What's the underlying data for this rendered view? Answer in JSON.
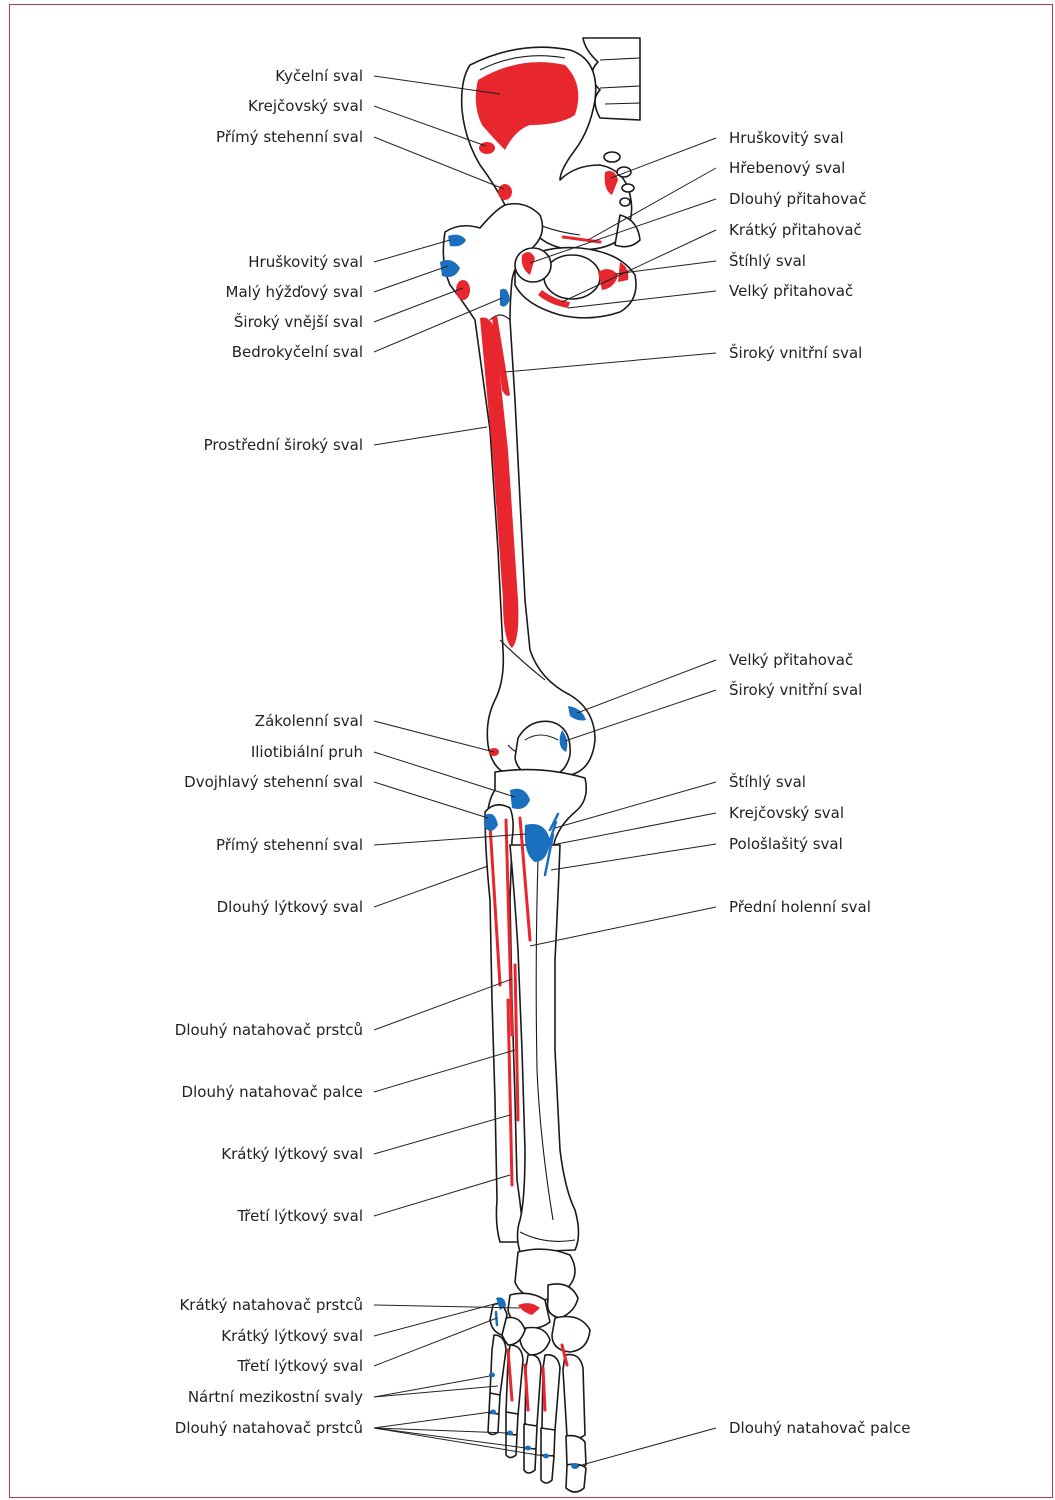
{
  "colors": {
    "origin": "#e8262e",
    "insertion": "#1b6fbf",
    "frame": "#b03a5a"
  },
  "labels_left": [
    "Kyčelní sval",
    "Krejčovský sval",
    "Přímý stehenní sval",
    "Hruškovitý sval",
    "Malý hýžďový sval",
    "Široký vnější sval",
    "Bedrokyčelní sval",
    "Prostřední široký sval",
    "Zákolenní sval",
    "Iliotibiální pruh",
    "Dvojhlavý stehenní sval",
    "Přímý stehenní sval",
    "Dlouhý lýtkový sval",
    "Dlouhý natahovač prstců",
    "Dlouhý natahovač palce",
    "Krátký lýtkový sval",
    "Třetí lýtkový sval",
    "Krátký natahovač prstců",
    "Krátký lýtkový sval",
    "Třetí lýtkový sval",
    "Nártní mezikostní svaly",
    "Dlouhý natahovač prstců"
  ],
  "labels_right": [
    "Hruškovitý sval",
    "Hřebenový sval",
    "Dlouhý přitahovač",
    "Krátký přitahovač",
    "Štíhlý sval",
    "Velký přitahovač",
    "Široký vnitřní sval",
    "Velký přitahovač",
    "Široký vnitřní sval",
    "Štíhlý sval",
    "Krejčovský sval",
    "Pološlašitý sval",
    "Přední holenní sval",
    "Dlouhý natahovač palce"
  ]
}
